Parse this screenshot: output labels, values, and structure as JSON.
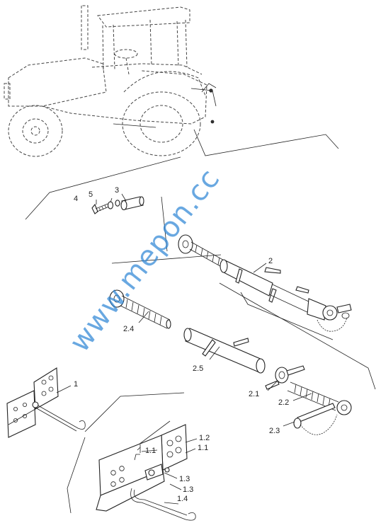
{
  "watermark": "www.mepon.cc",
  "callouts": {
    "c1": "1",
    "c11a": "1.1",
    "c11b": "1.1",
    "c12": "1.2",
    "c13a": "1.3",
    "c13b": "1.3",
    "c14": "1.4",
    "c2": "2",
    "c21": "2.1",
    "c22": "2.2",
    "c23": "2.3",
    "c24": "2.4",
    "c25": "2.5",
    "c3": "3",
    "c4": "4",
    "c5": "5"
  }
}
